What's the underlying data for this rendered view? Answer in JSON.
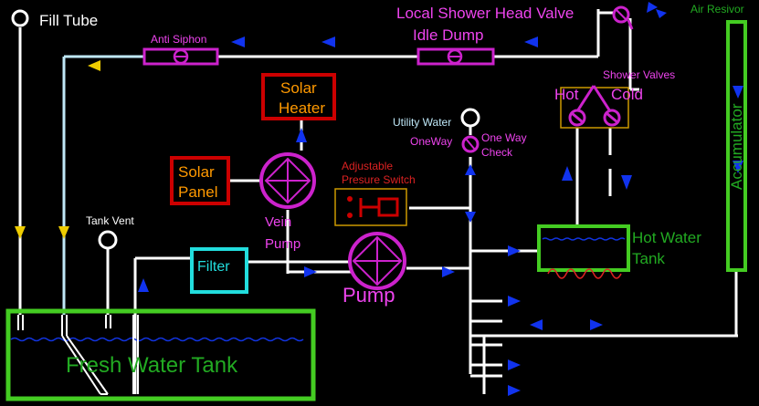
{
  "labels": {
    "fill_tube": "Fill Tube",
    "anti_siphon": "Anti Siphon",
    "local_shower_head_valve": "Local Shower Head Valve",
    "air_resivor": "Air Resivor",
    "idle_dump": "Idle Dump",
    "shower_valves": "Shower Valves",
    "hot": "Hot",
    "cold": "Cold",
    "solar_heater_line1": "Solar",
    "solar_heater_line2": "Heater",
    "utility_water": "Utility Water",
    "one_way_left": "OneWay",
    "one_way_check_line1": "One Way",
    "one_way_check_line2": "Check",
    "accumulator": "Accumulator",
    "solar_panel_line1": "Solar",
    "solar_panel_line2": "Panel",
    "adjustable_line1": "Adjustable",
    "adjustable_line2": "Presure Switch",
    "vein_pump_line1": "Vein",
    "vein_pump_line2": "Pump",
    "tank_vent": "Tank Vent",
    "hot_water_tank_line1": "Hot Water",
    "hot_water_tank_line2": "Tank",
    "filter": "Filter",
    "pump": "Pump",
    "fresh_water_tank": "Fresh Water Tank"
  },
  "colors": {
    "background": "#000000",
    "pipe": "#ffffff",
    "cold_pipe": "#bfe8f8",
    "tank_green": "#44cc22",
    "label_green": "#22aa22",
    "magenta": "#cc22cc",
    "pink_label": "#ee44ee",
    "red": "#cc0000",
    "orange": "#ff9900",
    "cyan": "#22dddd",
    "blue_arrow": "#1133ee",
    "yellow_arrow": "#eecc00",
    "water_line": "#1133dd"
  }
}
